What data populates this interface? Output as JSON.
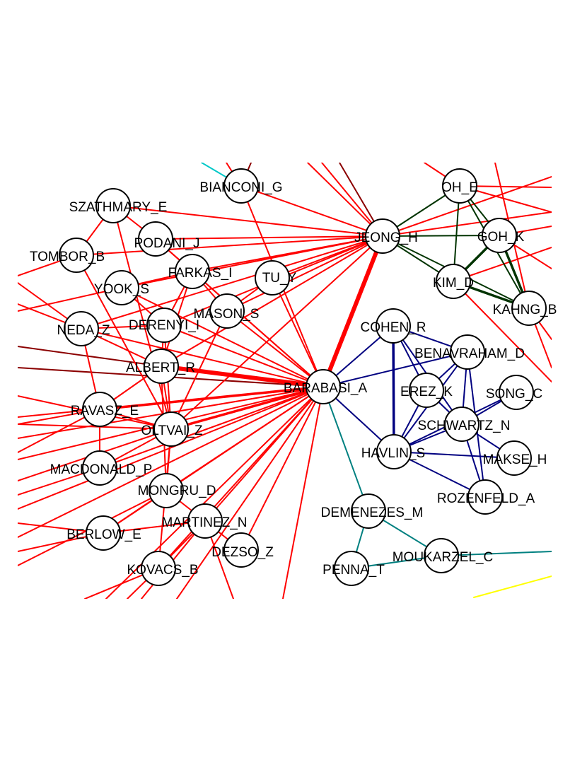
{
  "colors": {
    "red_cluster": "#ff0000",
    "dark_red": "#8b0000",
    "blue_cluster": "#000080",
    "green_cluster": "#003300",
    "teal": "#008080",
    "cyan": "#00c8c8",
    "yellow": "#ffff00"
  },
  "nodes": [
    {
      "id": "BIANCONI_G"
    },
    {
      "id": "SZATHMARY_E"
    },
    {
      "id": "PODANI_J"
    },
    {
      "id": "TOMBOR_B"
    },
    {
      "id": "FARKAS_I"
    },
    {
      "id": "TU_Y"
    },
    {
      "id": "YOOK_S"
    },
    {
      "id": "MASON_S"
    },
    {
      "id": "NEDA_Z"
    },
    {
      "id": "DERENYI_I"
    },
    {
      "id": "ALBERT_R"
    },
    {
      "id": "RAVASZ_E"
    },
    {
      "id": "OLTVAI_Z"
    },
    {
      "id": "MACDONALD_P"
    },
    {
      "id": "MONGRU_D"
    },
    {
      "id": "MARTINEZ_N"
    },
    {
      "id": "BERLOW_E"
    },
    {
      "id": "DEZSO_Z"
    },
    {
      "id": "KOVACS_B"
    },
    {
      "id": "JEONG_H"
    },
    {
      "id": "BARABASI_A"
    },
    {
      "id": "OH_E"
    },
    {
      "id": "GOH_K"
    },
    {
      "id": "KIM_D"
    },
    {
      "id": "KAHNG_B"
    },
    {
      "id": "COHEN_R"
    },
    {
      "id": "BENAVRAHAM_D"
    },
    {
      "id": "EREZ_K"
    },
    {
      "id": "SONG_C"
    },
    {
      "id": "SCHWARTZ_N"
    },
    {
      "id": "HAVLIN_S"
    },
    {
      "id": "MAKSE_H"
    },
    {
      "id": "ROZENFELD_A"
    },
    {
      "id": "DEMENEZES_M"
    },
    {
      "id": "MOUKARZEL_C"
    },
    {
      "id": "PENNA_T"
    }
  ],
  "edges": [
    {
      "source": "BARABASI_A",
      "target": "JEONG_H",
      "weight": 3
    },
    {
      "source": "BARABASI_A",
      "target": "ALBERT_R",
      "weight": 3
    },
    {
      "source": "BARABASI_A",
      "target": "OLTVAI_Z",
      "weight": 2
    },
    {
      "source": "BARABASI_A",
      "target": "RAVASZ_E",
      "weight": 2
    },
    {
      "source": "BARABASI_A",
      "target": "TU_Y",
      "weight": 1
    },
    {
      "source": "BARABASI_A",
      "target": "BIANCONI_G",
      "weight": 1
    },
    {
      "source": "BARABASI_A",
      "target": "MASON_S",
      "weight": 1
    },
    {
      "source": "BARABASI_A",
      "target": "DERENYI_I",
      "weight": 1
    },
    {
      "source": "BARABASI_A",
      "target": "FARKAS_I",
      "weight": 1
    },
    {
      "source": "BARABASI_A",
      "target": "NEDA_Z",
      "weight": 1
    },
    {
      "source": "BARABASI_A",
      "target": "YOOK_S",
      "weight": 1
    },
    {
      "source": "BARABASI_A",
      "target": "PODANI_J",
      "weight": 1
    },
    {
      "source": "BARABASI_A",
      "target": "MACDONALD_P",
      "weight": 1
    },
    {
      "source": "BARABASI_A",
      "target": "MONGRU_D",
      "weight": 1
    },
    {
      "source": "BARABASI_A",
      "target": "MARTINEZ_N",
      "weight": 1
    },
    {
      "source": "BARABASI_A",
      "target": "BERLOW_E",
      "weight": 1
    },
    {
      "source": "BARABASI_A",
      "target": "KOVACS_B",
      "weight": 1
    },
    {
      "source": "BARABASI_A",
      "target": "DEZSO_Z",
      "weight": 1
    },
    {
      "source": "BARABASI_A",
      "target": "COHEN_R",
      "weight": 1,
      "group": "blue"
    },
    {
      "source": "BARABASI_A",
      "target": "BENAVRAHAM_D",
      "weight": 1,
      "group": "blue"
    },
    {
      "source": "BARABASI_A",
      "target": "HAVLIN_S",
      "weight": 1,
      "group": "blue"
    },
    {
      "source": "BARABASI_A",
      "target": "DEMENEZES_M",
      "weight": 1,
      "group": "teal"
    },
    {
      "source": "JEONG_H",
      "target": "TOMBOR_B",
      "weight": 1
    },
    {
      "source": "JEONG_H",
      "target": "PODANI_J",
      "weight": 1
    },
    {
      "source": "JEONG_H",
      "target": "SZATHMARY_E",
      "weight": 1
    },
    {
      "source": "JEONG_H",
      "target": "FARKAS_I",
      "weight": 1
    },
    {
      "source": "JEONG_H",
      "target": "YOOK_S",
      "weight": 1
    },
    {
      "source": "JEONG_H",
      "target": "MASON_S",
      "weight": 1
    },
    {
      "source": "JEONG_H",
      "target": "DERENYI_I",
      "weight": 1
    },
    {
      "source": "JEONG_H",
      "target": "NEDA_Z",
      "weight": 1
    },
    {
      "source": "JEONG_H",
      "target": "ALBERT_R",
      "weight": 1
    },
    {
      "source": "JEONG_H",
      "target": "OLTVAI_Z",
      "weight": 1
    },
    {
      "source": "JEONG_H",
      "target": "TU_Y",
      "weight": 1
    },
    {
      "source": "JEONG_H",
      "target": "BIANCONI_G",
      "weight": 1
    },
    {
      "source": "JEONG_H",
      "target": "OH_E",
      "weight": 1,
      "group": "green"
    },
    {
      "source": "JEONG_H",
      "target": "GOH_K",
      "weight": 1,
      "group": "green"
    },
    {
      "source": "JEONG_H",
      "target": "KIM_D",
      "weight": 1,
      "group": "green"
    },
    {
      "source": "JEONG_H",
      "target": "KAHNG_B",
      "weight": 1,
      "group": "green"
    },
    {
      "source": "ALBERT_R",
      "target": "OLTVAI_Z",
      "weight": 1
    },
    {
      "source": "ALBERT_R",
      "target": "NEDA_Z",
      "weight": 1
    },
    {
      "source": "ALBERT_R",
      "target": "DERENYI_I",
      "weight": 1
    },
    {
      "source": "ALBERT_R",
      "target": "RAVASZ_E",
      "weight": 1
    },
    {
      "source": "ALBERT_R",
      "target": "FARKAS_I",
      "weight": 1
    },
    {
      "source": "ALBERT_R",
      "target": "MONGRU_D",
      "weight": 1
    },
    {
      "source": "OLTVAI_Z",
      "target": "RAVASZ_E",
      "weight": 1
    },
    {
      "source": "OLTVAI_Z",
      "target": "MONGRU_D",
      "weight": 1
    },
    {
      "source": "OLTVAI_Z",
      "target": "TOMBOR_B",
      "weight": 1
    },
    {
      "source": "OLTVAI_Z",
      "target": "DERENYI_I",
      "weight": 1
    },
    {
      "source": "OLTVAI_Z",
      "target": "MASON_S",
      "weight": 1
    },
    {
      "source": "OLTVAI_Z",
      "target": "KOVACS_B",
      "weight": 1
    },
    {
      "source": "OLTVAI_Z",
      "target": "MACDONALD_P",
      "weight": 1
    },
    {
      "source": "DERENYI_I",
      "target": "FARKAS_I",
      "weight": 1
    },
    {
      "source": "DERENYI_I",
      "target": "NEDA_Z",
      "weight": 1
    },
    {
      "source": "DERENYI_I",
      "target": "YOOK_S",
      "weight": 1
    },
    {
      "source": "FARKAS_I",
      "target": "YOOK_S",
      "weight": 1
    },
    {
      "source": "FARKAS_I",
      "target": "PODANI_J",
      "weight": 1
    },
    {
      "source": "TOMBOR_B",
      "target": "SZATHMARY_E",
      "weight": 1
    },
    {
      "source": "SZATHMARY_E",
      "target": "PODANI_J",
      "weight": 1
    },
    {
      "source": "SZATHMARY_E",
      "target": "OLTVAI_Z",
      "weight": 1
    },
    {
      "source": "MASON_S",
      "target": "TU_Y",
      "weight": 1
    },
    {
      "source": "MASON_S",
      "target": "FARKAS_I",
      "weight": 1
    },
    {
      "source": "MONGRU_D",
      "target": "MARTINEZ_N",
      "weight": 1
    },
    {
      "source": "MONGRU_D",
      "target": "BERLOW_E",
      "weight": 1
    },
    {
      "source": "MARTINEZ_N",
      "target": "BERLOW_E",
      "weight": 1
    },
    {
      "source": "MARTINEZ_N",
      "target": "KOVACS_B",
      "weight": 1
    },
    {
      "source": "MARTINEZ_N",
      "target": "DEZSO_Z",
      "weight": 1
    },
    {
      "source": "RAVASZ_E",
      "target": "MACDONALD_P",
      "weight": 1
    },
    {
      "source": "RAVASZ_E",
      "target": "NEDA_Z",
      "weight": 1
    },
    {
      "source": "COHEN_R",
      "target": "HAVLIN_S",
      "weight": 2,
      "group": "blue"
    },
    {
      "source": "COHEN_R",
      "target": "EREZ_K",
      "weight": 1,
      "group": "blue"
    },
    {
      "source": "COHEN_R",
      "target": "BENAVRAHAM_D",
      "weight": 1,
      "group": "blue"
    },
    {
      "source": "COHEN_R",
      "target": "SCHWARTZ_N",
      "weight": 1,
      "group": "blue"
    },
    {
      "source": "BENAVRAHAM_D",
      "target": "HAVLIN_S",
      "weight": 1,
      "group": "blue"
    },
    {
      "source": "BENAVRAHAM_D",
      "target": "EREZ_K",
      "weight": 1,
      "group": "blue"
    },
    {
      "source": "BENAVRAHAM_D",
      "target": "SCHWARTZ_N",
      "weight": 1,
      "group": "blue"
    },
    {
      "source": "EREZ_K",
      "target": "HAVLIN_S",
      "weight": 1,
      "group": "blue"
    },
    {
      "source": "EREZ_K",
      "target": "SCHWARTZ_N",
      "weight": 1,
      "group": "blue"
    },
    {
      "source": "SCHWARTZ_N",
      "target": "HAVLIN_S",
      "weight": 1,
      "group": "blue"
    },
    {
      "source": "SONG_C",
      "target": "SCHWARTZ_N",
      "weight": 1,
      "group": "blue"
    },
    {
      "source": "SONG_C",
      "target": "HAVLIN_S",
      "weight": 1,
      "group": "blue"
    },
    {
      "source": "MAKSE_H",
      "target": "HAVLIN_S",
      "weight": 1,
      "group": "blue"
    },
    {
      "source": "MAKSE_H",
      "target": "SCHWARTZ_N",
      "weight": 1,
      "group": "blue"
    },
    {
      "source": "ROZENFELD_A",
      "target": "HAVLIN_S",
      "weight": 1,
      "group": "blue"
    },
    {
      "source": "ROZENFELD_A",
      "target": "SCHWARTZ_N",
      "weight": 1,
      "group": "blue"
    },
    {
      "source": "ROZENFELD_A",
      "target": "BENAVRAHAM_D",
      "weight": 1,
      "group": "blue"
    },
    {
      "source": "DEMENEZES_M",
      "target": "MOUKARZEL_C",
      "weight": 1,
      "group": "teal"
    },
    {
      "source": "DEMENEZES_M",
      "target": "PENNA_T",
      "weight": 1,
      "group": "teal"
    },
    {
      "source": "PENNA_T",
      "target": "MOUKARZEL_C",
      "weight": 1,
      "group": "teal"
    },
    {
      "source": "OH_E",
      "target": "GOH_K",
      "weight": 1,
      "group": "green"
    },
    {
      "source": "OH_E",
      "target": "KIM_D",
      "weight": 1,
      "group": "green"
    },
    {
      "source": "OH_E",
      "target": "KAHNG_B",
      "weight": 1,
      "group": "green"
    },
    {
      "source": "GOH_K",
      "target": "KIM_D",
      "weight": 2,
      "group": "green"
    },
    {
      "source": "GOH_K",
      "target": "KAHNG_B",
      "weight": 2,
      "group": "green"
    },
    {
      "source": "KIM_D",
      "target": "KAHNG_B",
      "weight": 2,
      "group": "green"
    }
  ]
}
